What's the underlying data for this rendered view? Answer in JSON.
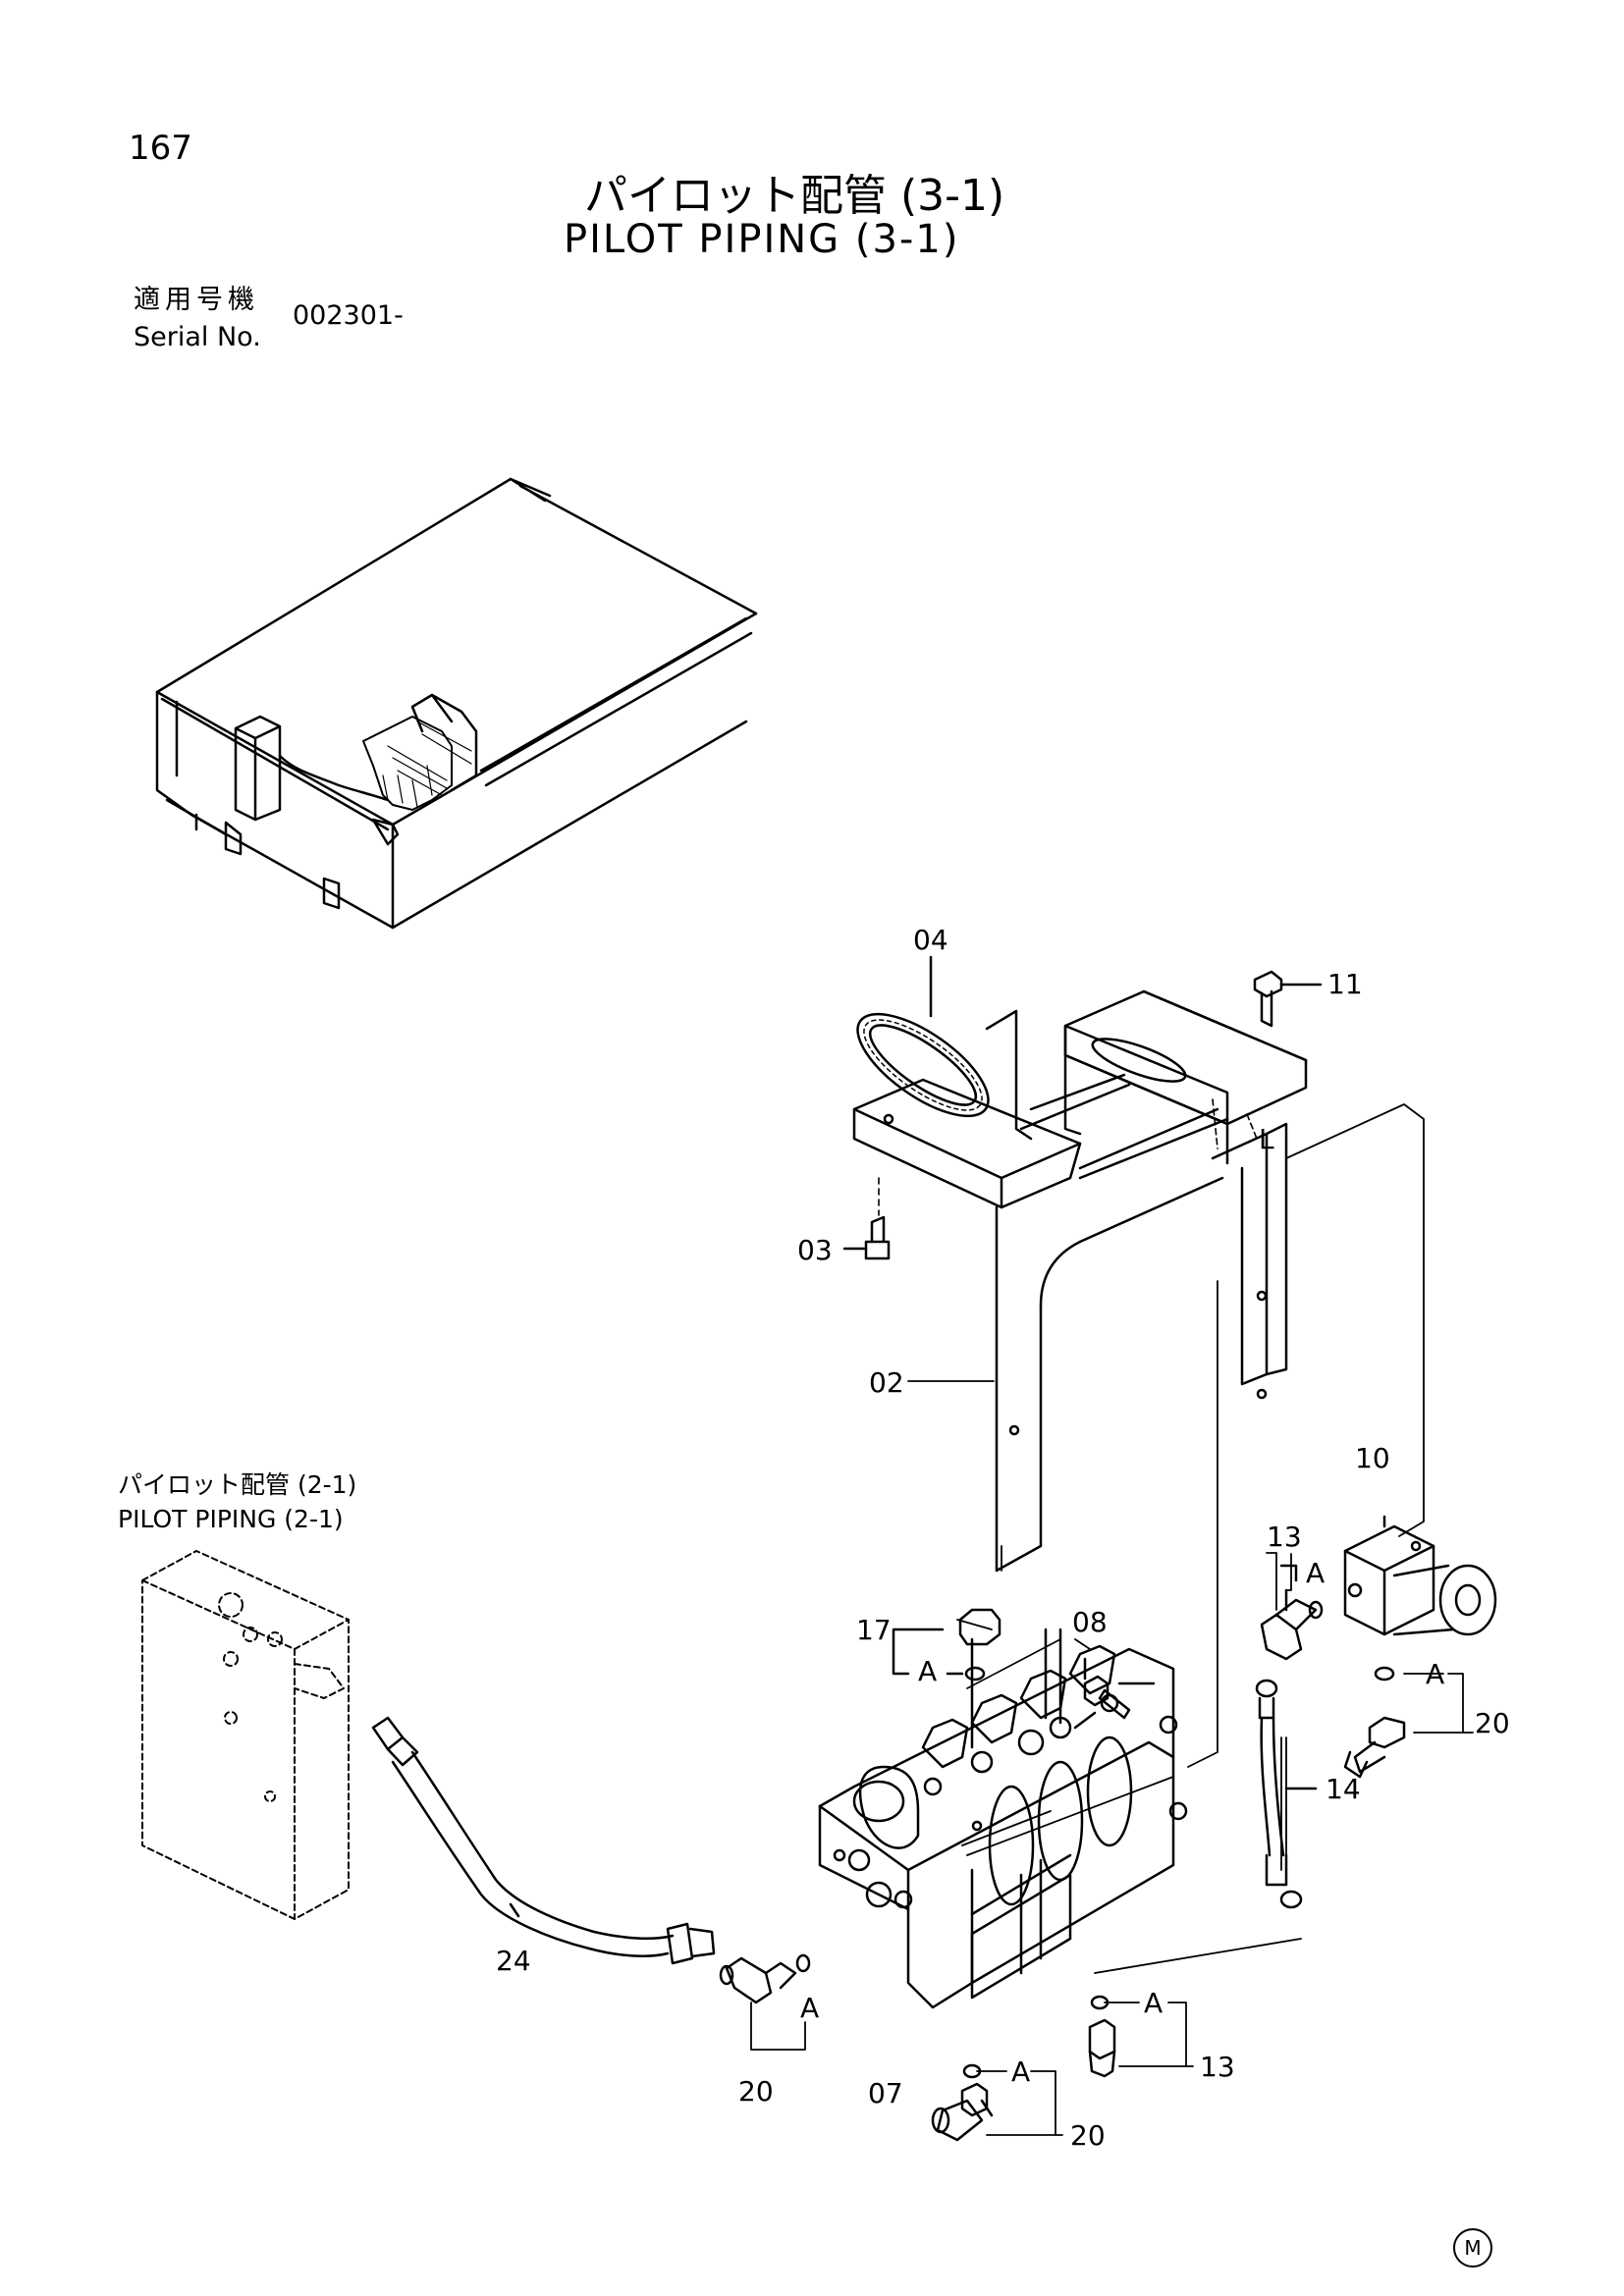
{
  "header": {
    "page_number": "167",
    "title_jp": "パイロット配管 (3-1)",
    "title_en": "PILOT PIPING (3-1)",
    "serial_label_jp": "適用号機",
    "serial_label_en": "Serial No.",
    "serial_value": "002301-"
  },
  "reference": {
    "label_jp": "パイロット配管 (2-1)",
    "label_en": "PILOT PIPING (2-1)"
  },
  "callouts": {
    "c02": "02",
    "c03": "03",
    "c04": "04",
    "c07": "07",
    "c08": "08",
    "c10": "10",
    "c11": "11",
    "c13a": "13",
    "c13b": "13",
    "c14": "14",
    "c17": "17",
    "c20a": "20",
    "c20b": "20",
    "c20c": "20",
    "c24": "24"
  },
  "detail_marks": {
    "a1": "A",
    "a2": "A",
    "a3": "A",
    "a4": "A",
    "a5": "A",
    "a6": "A",
    "a7": "L"
  },
  "footer": {
    "mark": "M"
  }
}
